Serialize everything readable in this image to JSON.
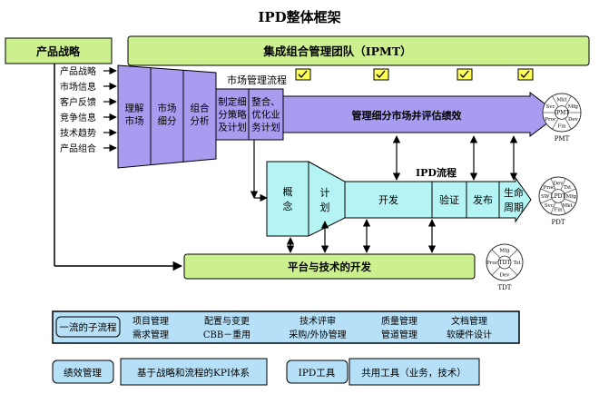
{
  "title": "IPD整体框架",
  "left_box": "产品战略",
  "ipmt_bar": "集成组合管理团队（IPMT）",
  "inputs": [
    "产品战略",
    "市场信息",
    "客户反馈",
    "竞争信息",
    "技术趋势",
    "产品组合"
  ],
  "market_process_label": "市场管理流程",
  "market_steps": [
    "理解\n市场",
    "市场\n细分",
    "组合\n分析",
    "制定细\n分策略\n及计划",
    "整合、\n优化业\n务计划"
  ],
  "market_bar_label": "管理细分市场并评估绩效",
  "ipd_process_label": "IPD流程",
  "ipd_steps": [
    "概\n念",
    "计\n划",
    "开发",
    "验证",
    "发布",
    "生命\n周期"
  ],
  "platform_bar": "平台与技术的开发",
  "team_labels": [
    "PMT",
    "PDT",
    "TDT"
  ],
  "pmt_wheel": [
    "Mkt",
    "Mfg",
    "Dev",
    "IPMT",
    "Fin",
    "Proc",
    "Svc"
  ],
  "pdt_wheel": [
    "Dev",
    "Tst",
    "Mfg",
    "Mkt",
    "LPDT",
    "Fin",
    "Svc",
    "SW",
    "Proc"
  ],
  "tdt_wheel": [
    "Mfg",
    "Tst",
    "Dev",
    "TDT",
    "Proc"
  ],
  "subprocess_box": {
    "label": "一流的子流程",
    "items": [
      "项目管理",
      "配置与变更",
      "技术评审",
      "质量管理",
      "文档管理",
      "需求管理",
      "CBB－重用",
      "采购/外协管理",
      "管道管理",
      "软硬件设计"
    ]
  },
  "bottom_row": {
    "perf_label": "绩效管理",
    "perf_value": "基于战略和流程的KPI体系",
    "tools_label": "IPD工具",
    "tools_value": "共用工具（业务，技术）"
  },
  "colors": {
    "green": "#ccf08e",
    "purple": "#a79cf0",
    "cyan": "#b4f4f4",
    "check_yellow": "#ffff55",
    "bottom_box": "#b6e0f7",
    "line": "#000000"
  }
}
